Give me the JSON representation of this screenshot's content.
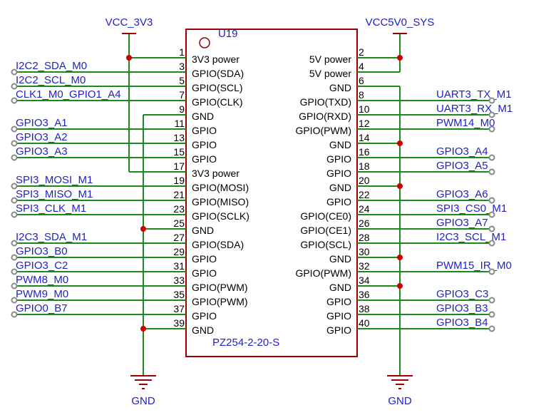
{
  "component": {
    "ref": "U19",
    "value": "PZ254-2-20-S"
  },
  "power": {
    "vcc3v3": "VCC_3V3",
    "vcc5v0": "VCC5V0_SYS",
    "gnd": "GND"
  },
  "left_pins": [
    {
      "num": "1",
      "label": "3V3 power",
      "net": ""
    },
    {
      "num": "3",
      "label": "GPIO(SDA)",
      "net": "I2C2_SDA_M0"
    },
    {
      "num": "5",
      "label": "GPIO(SCL)",
      "net": "I2C2_SCL_M0"
    },
    {
      "num": "7",
      "label": "GPIO(CLK)",
      "net": "CLK1_M0_GPIO1_A4"
    },
    {
      "num": "9",
      "label": "GND",
      "net": ""
    },
    {
      "num": "11",
      "label": "GPIO",
      "net": "GPIO3_A1"
    },
    {
      "num": "13",
      "label": "GPIO",
      "net": "GPIO3_A2"
    },
    {
      "num": "15",
      "label": "GPIO",
      "net": "GPIO3_A3"
    },
    {
      "num": "17",
      "label": "3V3 power",
      "net": ""
    },
    {
      "num": "19",
      "label": "GPIO(MOSI)",
      "net": "SPI3_MOSI_M1"
    },
    {
      "num": "21",
      "label": "GPIO(MISO)",
      "net": "SPI3_MISO_M1"
    },
    {
      "num": "23",
      "label": "GPIO(SCLK)",
      "net": "SPI3_CLK_M1"
    },
    {
      "num": "25",
      "label": "GND",
      "net": ""
    },
    {
      "num": "27",
      "label": "GPIO(SDA)",
      "net": "I2C3_SDA_M1"
    },
    {
      "num": "29",
      "label": "GPIO",
      "net": "GPIO3_B0"
    },
    {
      "num": "31",
      "label": "GPIO",
      "net": "GPIO3_C2"
    },
    {
      "num": "33",
      "label": "GPIO(PWM)",
      "net": "PWM8_M0"
    },
    {
      "num": "35",
      "label": "GPIO(PWM)",
      "net": "PWM9_M0"
    },
    {
      "num": "37",
      "label": "GPIO",
      "net": "GPIO0_B7"
    },
    {
      "num": "39",
      "label": "GND",
      "net": ""
    }
  ],
  "right_pins": [
    {
      "num": "2",
      "label": "5V power",
      "net": ""
    },
    {
      "num": "4",
      "label": "5V power",
      "net": ""
    },
    {
      "num": "6",
      "label": "GND",
      "net": ""
    },
    {
      "num": "8",
      "label": "GPIO(TXD)",
      "net": "UART3_TX_M1"
    },
    {
      "num": "10",
      "label": "GPIO(RXD)",
      "net": "UART3_RX_M1"
    },
    {
      "num": "12",
      "label": "GPIO(PWM)",
      "net": "PWM14_M0"
    },
    {
      "num": "14",
      "label": "GND",
      "net": ""
    },
    {
      "num": "16",
      "label": "GPIO",
      "net": "GPIO3_A4"
    },
    {
      "num": "18",
      "label": "GPIO",
      "net": "GPIO3_A5"
    },
    {
      "num": "20",
      "label": "GND",
      "net": ""
    },
    {
      "num": "22",
      "label": "GPIO",
      "net": "GPIO3_A6"
    },
    {
      "num": "24",
      "label": "GPIO(CE0)",
      "net": "SPI3_CS0_M1"
    },
    {
      "num": "26",
      "label": "GPIO(CE1)",
      "net": "GPIO3_A7"
    },
    {
      "num": "28",
      "label": "GPIO(SCL)",
      "net": "I2C3_SCL_M1"
    },
    {
      "num": "30",
      "label": "GND",
      "net": ""
    },
    {
      "num": "32",
      "label": "GPIO(PWM)",
      "net": "PWM15_IR_M0"
    },
    {
      "num": "34",
      "label": "GND",
      "net": ""
    },
    {
      "num": "36",
      "label": "GPIO",
      "net": "GPIO3_C3"
    },
    {
      "num": "38",
      "label": "GPIO",
      "net": "GPIO3_B3"
    },
    {
      "num": "40",
      "label": "GPIO",
      "net": "GPIO3_B4"
    }
  ],
  "colors": {
    "wire": "#1a8c1a",
    "body": "#990000",
    "text": "#1f1fc8",
    "junction": "#cc0000",
    "terminal": "#888888"
  }
}
